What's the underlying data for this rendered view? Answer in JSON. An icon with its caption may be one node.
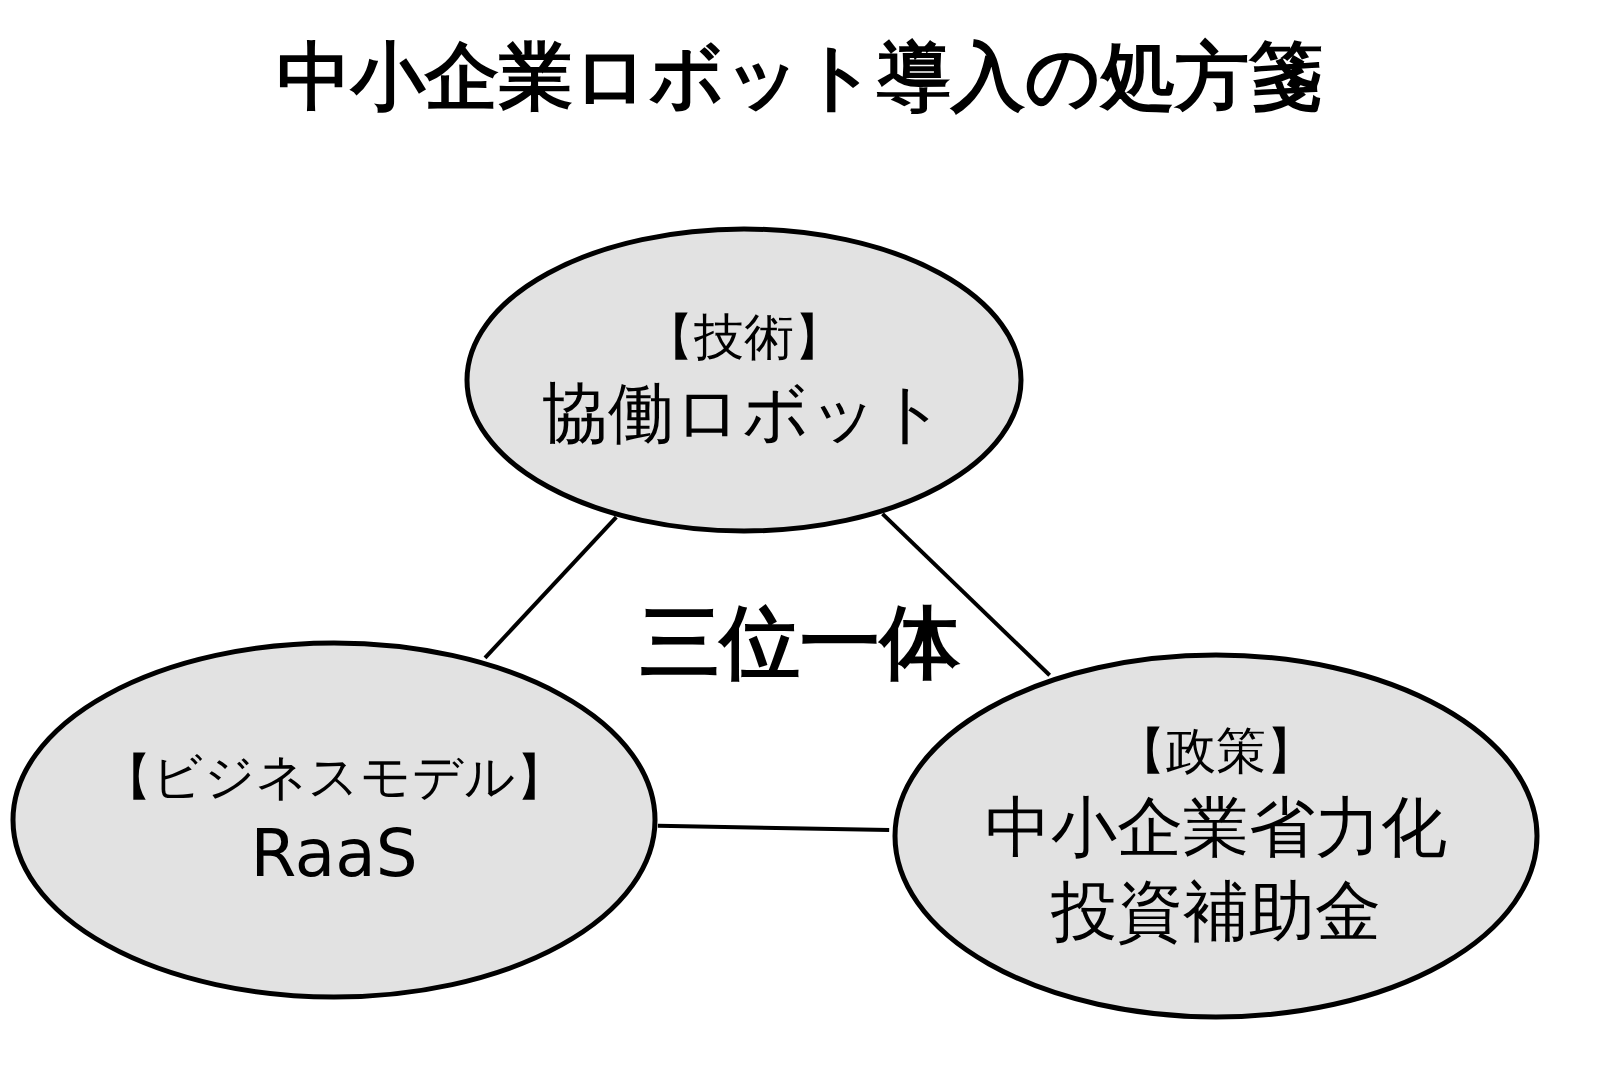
{
  "diagram": {
    "title": "中小企業ロボット導入の処方箋",
    "nodes": [
      {
        "text": [
          "【技術】",
          "協働ロボット"
        ]
      },
      {
        "text": [
          "【ビジネスモデル】",
          "RaaS"
        ]
      },
      {
        "text": [
          "【政策】",
          "中小企業省力化投資補助金"
        ]
      }
    ],
    "edges": [
      {
        "from": 0,
        "to": 1,
        "arrow": "none"
      },
      {
        "from": 0,
        "to": 2,
        "arrow": "none"
      },
      {
        "from": 1,
        "to": 2,
        "arrow": "none"
      }
    ],
    "labels": [
      "三位一体"
    ]
  }
}
